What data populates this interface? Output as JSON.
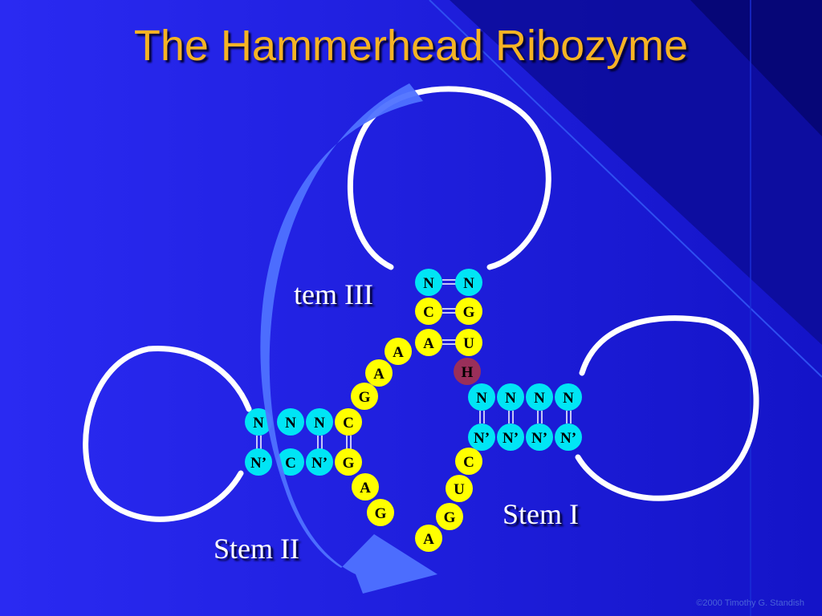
{
  "title": "The Hammerhead Ribozyme",
  "labels": {
    "stem_three": "tem III",
    "stem_two": "Stem II",
    "stem_one": "Stem I"
  },
  "footer": "©2000 Timothy G. Standish",
  "colors": {
    "background_left": "#2424f0",
    "background_right": "#0a0a96",
    "title": "#f5b324",
    "base_cyan": "#00e5f5",
    "base_yellow": "#ffff00",
    "base_h": "#9a2f5a",
    "loop": "#ffffff",
    "arrow": "#4f72ff"
  },
  "bases": [
    {
      "id": "stem3-n-left",
      "letter": "N",
      "color": "cyan"
    },
    {
      "id": "stem3-n-right",
      "letter": "N",
      "color": "cyan"
    },
    {
      "id": "stem3-c",
      "letter": "C",
      "color": "yellow"
    },
    {
      "id": "stem3-g",
      "letter": "G",
      "color": "yellow"
    },
    {
      "id": "stem3-a",
      "letter": "A",
      "color": "yellow"
    },
    {
      "id": "stem3-u",
      "letter": "U",
      "color": "yellow"
    },
    {
      "id": "cleavage-h",
      "letter": "H",
      "color": "purple"
    },
    {
      "id": "core-a1",
      "letter": "A",
      "color": "yellow"
    },
    {
      "id": "core-a2",
      "letter": "A",
      "color": "yellow"
    },
    {
      "id": "core-g1",
      "letter": "G",
      "color": "yellow"
    },
    {
      "id": "core-c",
      "letter": "C",
      "color": "yellow"
    },
    {
      "id": "core-g2",
      "letter": "G",
      "color": "yellow"
    },
    {
      "id": "core-a3",
      "letter": "A",
      "color": "yellow"
    },
    {
      "id": "core-g3",
      "letter": "G",
      "color": "yellow"
    },
    {
      "id": "core-a4",
      "letter": "A",
      "color": "yellow"
    },
    {
      "id": "core-g4",
      "letter": "G",
      "color": "yellow"
    },
    {
      "id": "core-u",
      "letter": "U",
      "color": "yellow"
    },
    {
      "id": "core-c2",
      "letter": "C",
      "color": "yellow"
    },
    {
      "id": "stem1-n1",
      "letter": "N",
      "color": "cyan"
    },
    {
      "id": "stem1-n2",
      "letter": "N",
      "color": "cyan"
    },
    {
      "id": "stem1-n3",
      "letter": "N",
      "color": "cyan"
    },
    {
      "id": "stem1-n4",
      "letter": "N",
      "color": "cyan"
    },
    {
      "id": "stem1-np1",
      "letter": "N’",
      "color": "cyan"
    },
    {
      "id": "stem1-np2",
      "letter": "N’",
      "color": "cyan"
    },
    {
      "id": "stem1-np3",
      "letter": "N’",
      "color": "cyan"
    },
    {
      "id": "stem1-np4",
      "letter": "N’",
      "color": "cyan"
    },
    {
      "id": "stem2-n1",
      "letter": "N",
      "color": "cyan"
    },
    {
      "id": "stem2-n2",
      "letter": "N",
      "color": "cyan"
    },
    {
      "id": "stem2-n3",
      "letter": "N",
      "color": "cyan"
    },
    {
      "id": "stem2-np1",
      "letter": "N’",
      "color": "cyan"
    },
    {
      "id": "stem2-np2",
      "letter": "C",
      "color": "cyan"
    },
    {
      "id": "stem2-np3",
      "letter": "N’",
      "color": "cyan"
    }
  ]
}
